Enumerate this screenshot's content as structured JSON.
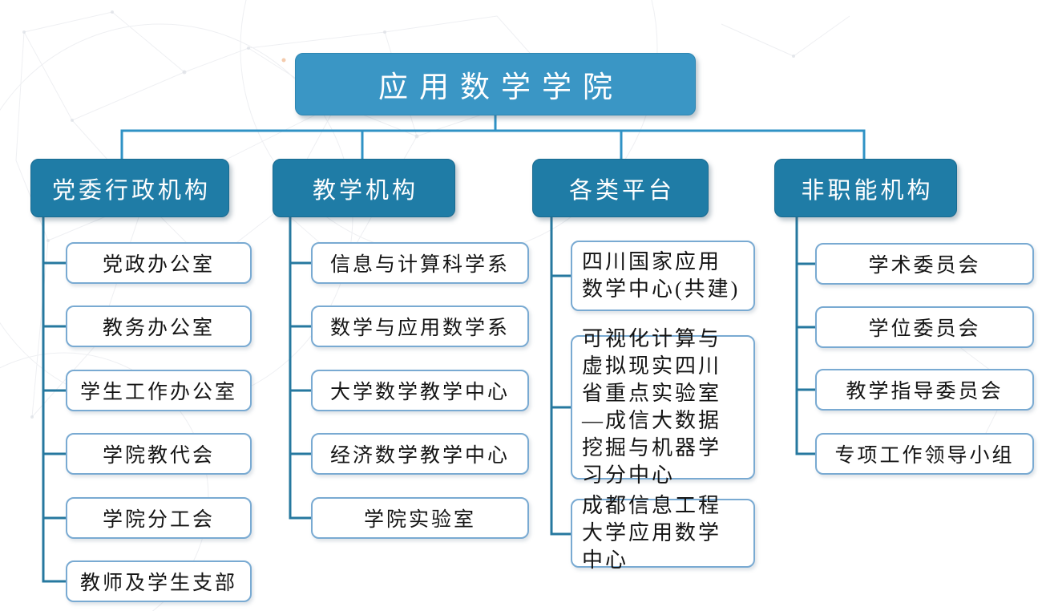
{
  "page": {
    "background": "#ffffff"
  },
  "colors": {
    "root_fill": "#3a96c5",
    "branch_fill": "#1f7ca6",
    "leaf_border": "#79aad2",
    "connector_light": "#2f92c5",
    "connector_dark": "#26789f",
    "text_light": "#ffffff",
    "text_dark": "#141414"
  },
  "org": {
    "root_label": "应用数学学院",
    "branches": [
      {
        "label": "党委行政机构",
        "children": [
          "党政办公室",
          "教务办公室",
          "学生工作办公室",
          "学院教代会",
          "学院分工会",
          "教师及学生支部"
        ]
      },
      {
        "label": "教学机构",
        "children": [
          "信息与计算科学系",
          "数学与应用数学系",
          "大学数学教学中心",
          "经济数学教学中心",
          "学院实验室"
        ]
      },
      {
        "label": "各类平台",
        "children": [
          "四川国家应用数学中心(共建)",
          "可视化计算与虚拟现实四川省重点实验室—成信大数据挖掘与机器学习分中心",
          "成都信息工程大学应用数学中心"
        ]
      },
      {
        "label": "非职能机构",
        "children": [
          "学术委员会",
          "学位委员会",
          "教学指导委员会",
          "专项工作领导小组"
        ]
      }
    ]
  }
}
